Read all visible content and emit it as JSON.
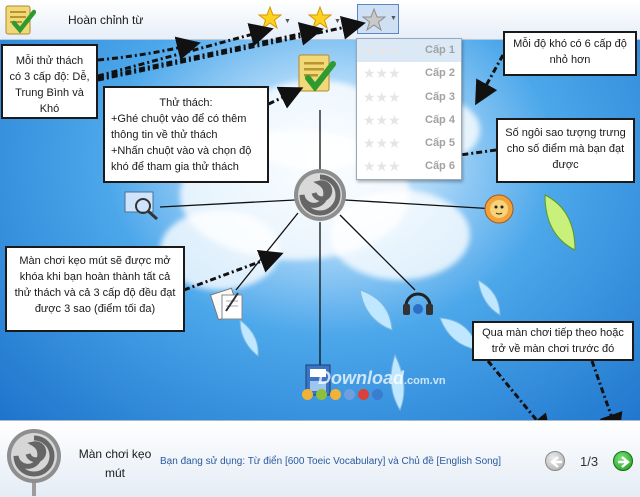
{
  "header": {
    "title": "Hoàn chỉnh từ",
    "star_tool_icons": [
      "gold-star-icon",
      "gold-star-icon",
      "grey-star-icon"
    ]
  },
  "levels_menu": {
    "items": [
      {
        "label": "Cấp 1"
      },
      {
        "label": "Cấp 2"
      },
      {
        "label": "Cấp 3"
      },
      {
        "label": "Cấp 4"
      },
      {
        "label": "Cấp 5"
      },
      {
        "label": "Cấp 6"
      }
    ]
  },
  "callouts": {
    "difficulty": "Mỗi thử thách có 3 cấp độ: Dễ, Trung Bình và Khó",
    "challenge_title": "Thử thách:",
    "challenge_line1": "+Ghé chuột vào để có thêm thông tin về thử thách",
    "challenge_line2": "+Nhấn chuột vào và chọn độ khó để tham gia thử thách",
    "sublevels": "Mỗi độ khó có 6 cấp độ nhỏ hơn",
    "stars_meaning": "Số ngôi sao tượng trưng cho số điểm mà bạn đạt được",
    "lollipop_unlock": "Màn chơi kẹo mút sẽ được mở khóa khi bạn hoàn thành tất cả thử thách và cả 3 cấp độ đều đạt được 3 sao (điểm tối đa)",
    "navigation": "Qua màn chơi tiếp theo hoặc trở về màn chơi trước đó"
  },
  "watermark": {
    "brand": "Download",
    "suffix": ".com.vn"
  },
  "footer": {
    "level_name": "Màn chơi kẹo mút",
    "using_text": "Bạn đang sử dụng: Từ điển [600 Toeic Vocabulary] và Chủ đề [English Song]",
    "page": "1/3"
  },
  "colors": {
    "accent": "#2f86d6",
    "callout_border": "#1a1a1a",
    "level_label": "#a2a2a2",
    "next_green": "#1b9a1b"
  }
}
